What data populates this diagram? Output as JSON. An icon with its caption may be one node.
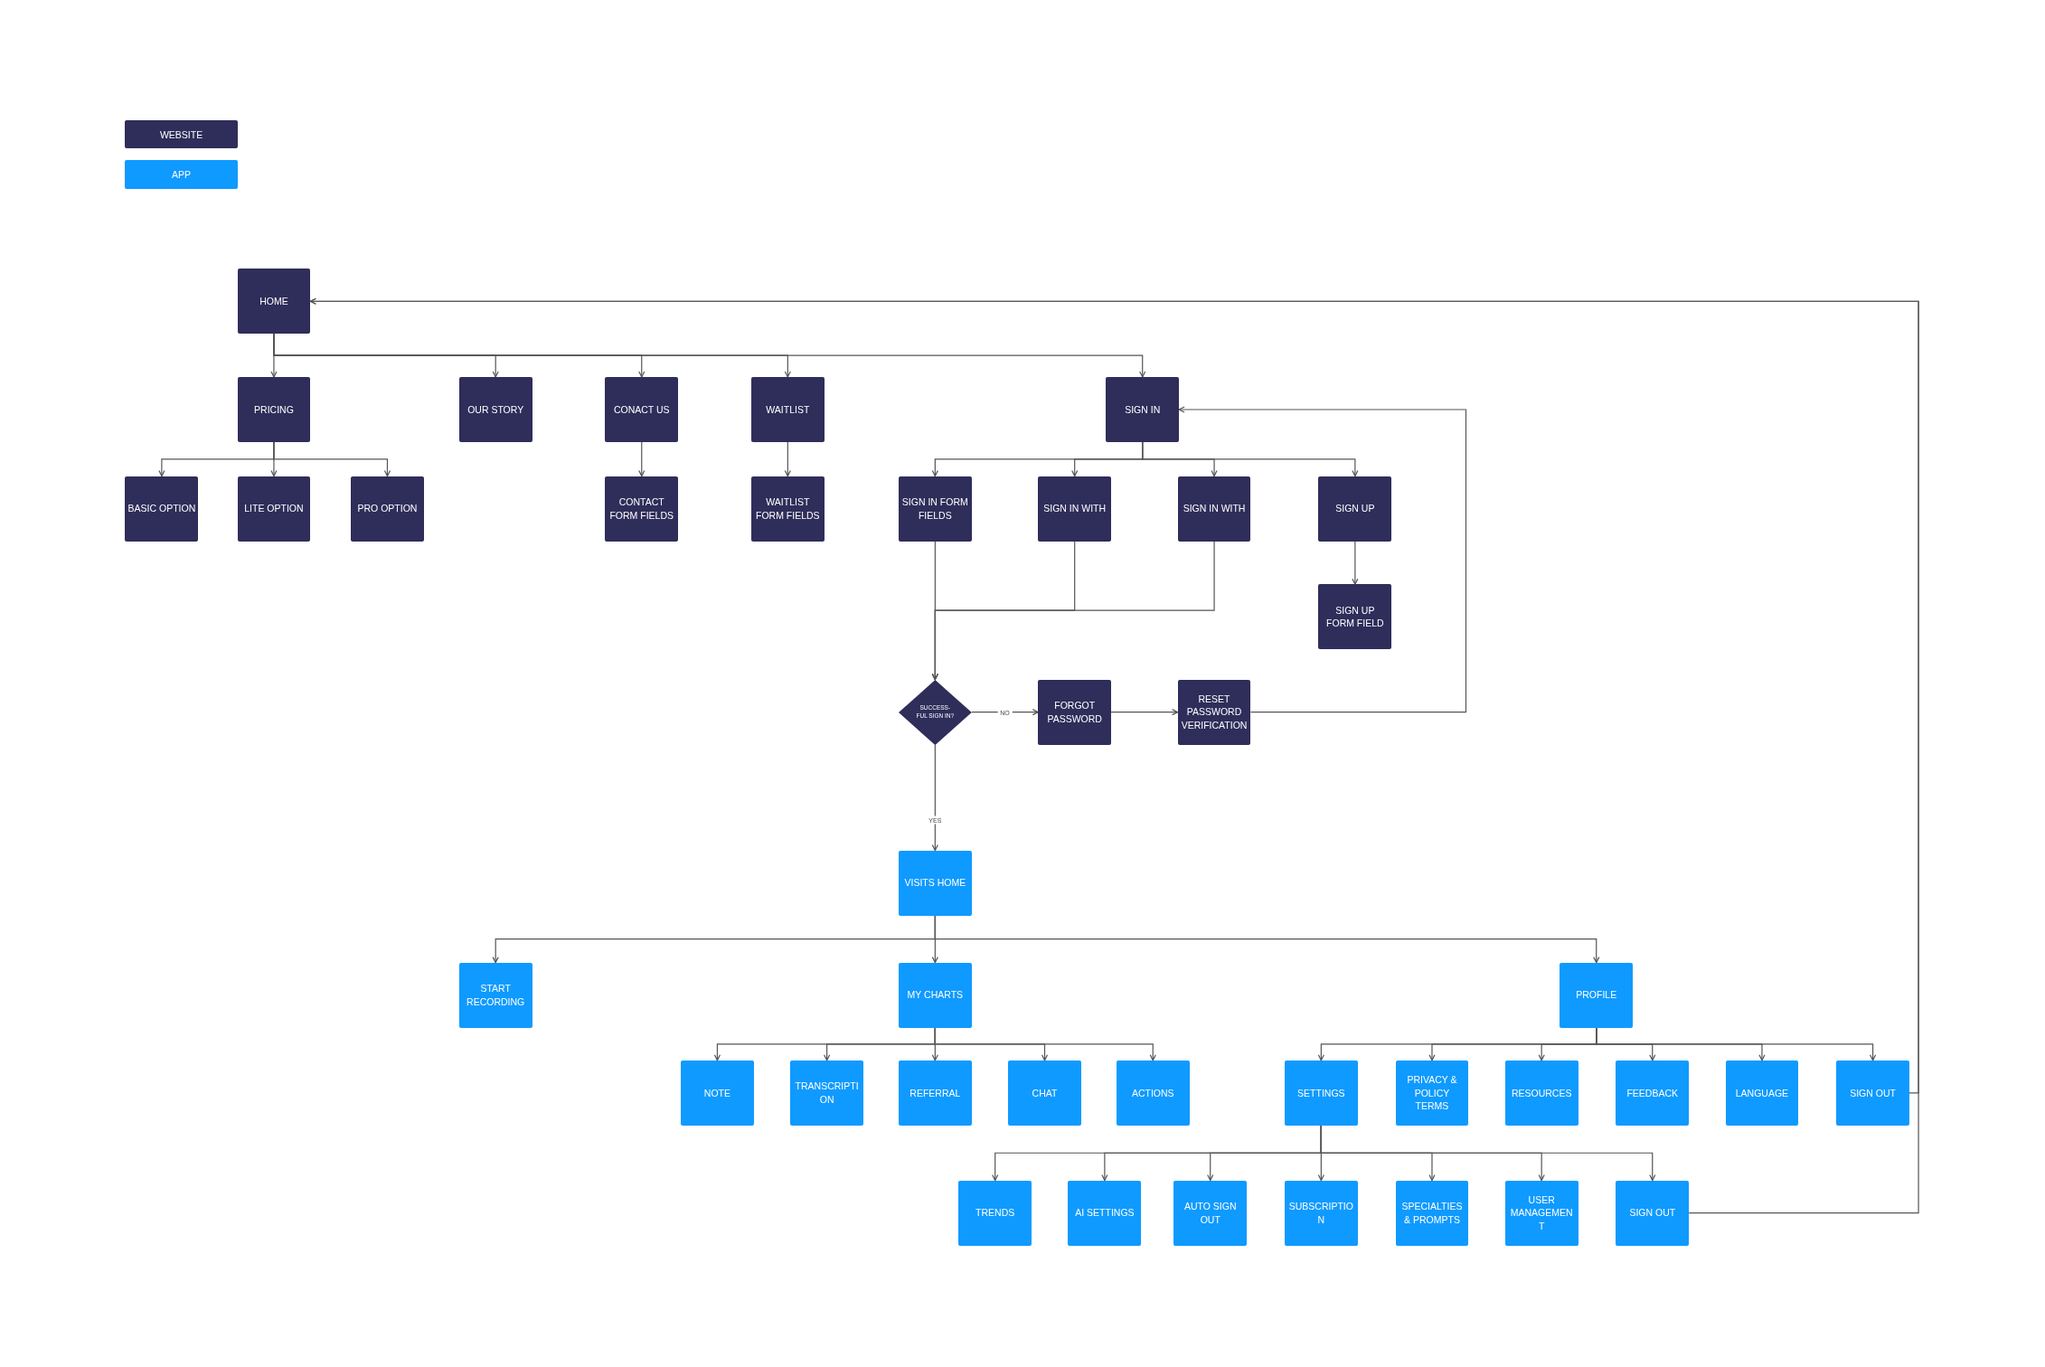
{
  "diagram": {
    "nodes": [
      {
        "text": [
          "HOME"
        ]
      },
      {
        "text": [
          "PRICING"
        ]
      },
      {
        "text": [
          "OUR STORY"
        ]
      },
      {
        "text": [
          "CONACT US"
        ]
      },
      {
        "text": [
          "WAITLIST"
        ]
      },
      {
        "text": [
          "SIGN IN"
        ]
      },
      {
        "text": [
          "BASIC OPTION"
        ]
      },
      {
        "text": [
          "LITE OPTION"
        ]
      },
      {
        "text": [
          "PRO OPTION"
        ]
      },
      {
        "text": [
          "CONTACT FORM FIELDS"
        ]
      },
      {
        "text": [
          "WAITLIST FORM FIELDS"
        ]
      },
      {
        "text": [
          "SIGN IN FORM FIELDS"
        ]
      },
      {
        "text": [
          "SIGN IN WITH"
        ]
      },
      {
        "text": [
          "SIGN IN WITH"
        ]
      },
      {
        "text": [
          "SIGN UP"
        ]
      },
      {
        "text": [
          "SIGN UP FORM FIELD"
        ]
      },
      {
        "text": [
          "SUCCESS-FUL SIGN IN?"
        ]
      },
      {
        "text": [
          "FORGOT PASSWORD"
        ]
      },
      {
        "text": [
          "RESET PASSWORD VERIFICATION"
        ]
      },
      {
        "text": [
          "VISITS HOME"
        ]
      },
      {
        "text": [
          "START RECORDING"
        ]
      },
      {
        "text": [
          "MY CHARTS"
        ]
      },
      {
        "text": [
          "PROFILE"
        ]
      },
      {
        "text": [
          "NOTE"
        ]
      },
      {
        "text": [
          "TRANSCRIPTION"
        ]
      },
      {
        "text": [
          "REFERRAL"
        ]
      },
      {
        "text": [
          "CHAT"
        ]
      },
      {
        "text": [
          "ACTIONS"
        ]
      },
      {
        "text": [
          "SETTINGS"
        ]
      },
      {
        "text": [
          "PRIVACY & POLICY TERMS"
        ]
      },
      {
        "text": [
          "RESOURCES"
        ]
      },
      {
        "text": [
          "FEEDBACK"
        ]
      },
      {
        "text": [
          "LANGUAGE"
        ]
      },
      {
        "text": [
          "SIGN OUT"
        ]
      },
      {
        "text": [
          "TRENDS"
        ]
      },
      {
        "text": [
          "AI SETTINGS"
        ]
      },
      {
        "text": [
          "AUTO SIGN OUT"
        ]
      },
      {
        "text": [
          "SUBSCRIPTION"
        ]
      },
      {
        "text": [
          "SPECIALTIES & PROMPTS"
        ]
      },
      {
        "text": [
          "USER MANAGEMENT"
        ]
      },
      {
        "text": [
          "SIGN OUT"
        ]
      }
    ],
    "edges": [
      {
        "from": 0,
        "to": 1,
        "arrow": "to"
      },
      {
        "from": 0,
        "to": 2,
        "arrow": "to"
      },
      {
        "from": 0,
        "to": 3,
        "arrow": "to"
      },
      {
        "from": 0,
        "to": 4,
        "arrow": "to"
      },
      {
        "from": 0,
        "to": 5,
        "arrow": "to"
      },
      {
        "from": 1,
        "to": 6,
        "arrow": "to"
      },
      {
        "from": 1,
        "to": 7,
        "arrow": "to"
      },
      {
        "from": 1,
        "to": 8,
        "arrow": "to"
      },
      {
        "from": 3,
        "to": 9,
        "arrow": "to"
      },
      {
        "from": 4,
        "to": 10,
        "arrow": "to"
      },
      {
        "from": 5,
        "to": 11,
        "arrow": "to"
      },
      {
        "from": 5,
        "to": 12,
        "arrow": "to"
      },
      {
        "from": 5,
        "to": 13,
        "arrow": "to"
      },
      {
        "from": 5,
        "to": 14,
        "arrow": "to"
      },
      {
        "from": 14,
        "to": 15,
        "arrow": "to"
      },
      {
        "from": 11,
        "to": 16,
        "arrow": "to"
      },
      {
        "from": 12,
        "to": 16,
        "arrow": "to"
      },
      {
        "from": 13,
        "to": 16,
        "arrow": "to"
      },
      {
        "from": 16,
        "to": 17,
        "arrow": "to",
        "label": "NO"
      },
      {
        "from": 17,
        "to": 18,
        "arrow": "to"
      },
      {
        "from": 18,
        "to": 5,
        "arrow": "to"
      },
      {
        "from": 16,
        "to": 19,
        "arrow": "to",
        "label": "YES"
      },
      {
        "from": 19,
        "to": 20,
        "arrow": "to"
      },
      {
        "from": 19,
        "to": 21,
        "arrow": "to"
      },
      {
        "from": 19,
        "to": 22,
        "arrow": "to"
      },
      {
        "from": 21,
        "to": 23,
        "arrow": "to"
      },
      {
        "from": 21,
        "to": 24,
        "arrow": "to"
      },
      {
        "from": 21,
        "to": 25,
        "arrow": "to"
      },
      {
        "from": 21,
        "to": 26,
        "arrow": "to"
      },
      {
        "from": 21,
        "to": 27,
        "arrow": "to"
      },
      {
        "from": 22,
        "to": 28,
        "arrow": "to"
      },
      {
        "from": 22,
        "to": 29,
        "arrow": "to"
      },
      {
        "from": 22,
        "to": 30,
        "arrow": "to"
      },
      {
        "from": 22,
        "to": 31,
        "arrow": "to"
      },
      {
        "from": 22,
        "to": 32,
        "arrow": "to"
      },
      {
        "from": 22,
        "to": 33,
        "arrow": "to"
      },
      {
        "from": 28,
        "to": 34,
        "arrow": "to"
      },
      {
        "from": 28,
        "to": 35,
        "arrow": "to"
      },
      {
        "from": 28,
        "to": 36,
        "arrow": "to"
      },
      {
        "from": 28,
        "to": 37,
        "arrow": "to"
      },
      {
        "from": 28,
        "to": 38,
        "arrow": "to"
      },
      {
        "from": 28,
        "to": 39,
        "arrow": "to"
      },
      {
        "from": 28,
        "to": 40,
        "arrow": "to"
      },
      {
        "from": 33,
        "to": 0,
        "arrow": "to"
      },
      {
        "from": 40,
        "to": 0,
        "arrow": "to"
      }
    ],
    "legend": [
      {
        "text": "WEBSITE",
        "color": "#2f2d5a"
      },
      {
        "text": "APP",
        "color": "#0f9aff"
      }
    ]
  }
}
